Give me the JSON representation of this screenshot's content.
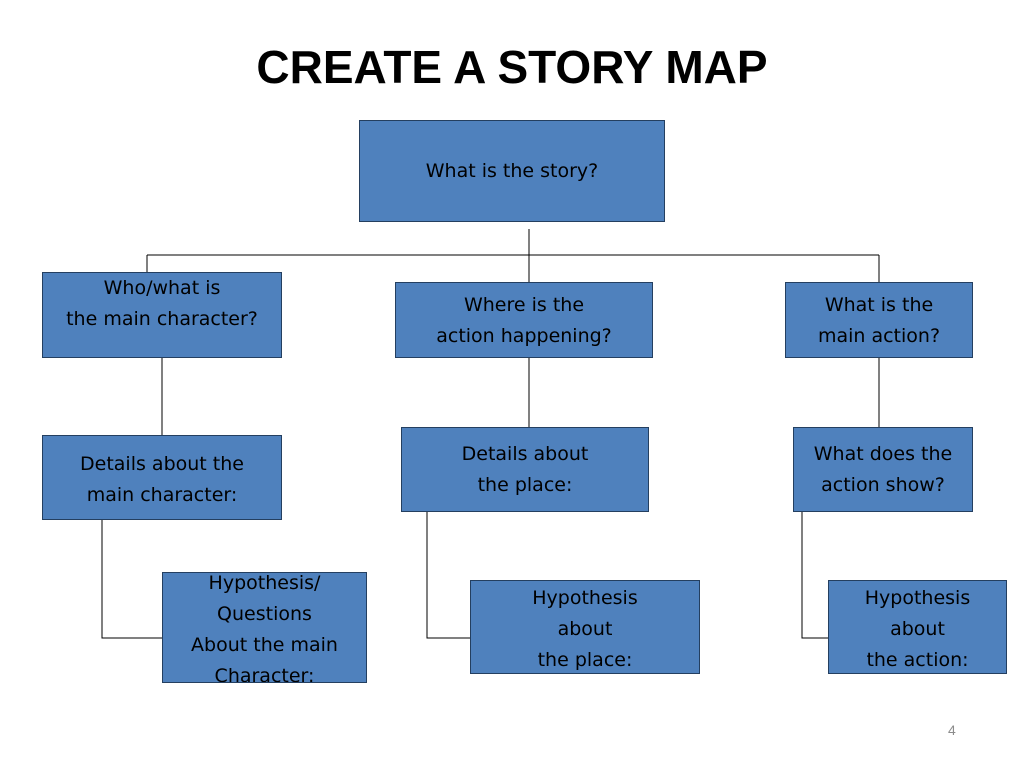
{
  "title": "CREATE A STORY MAP",
  "boxes": {
    "root": "What is the story?",
    "character": "Who/what is\nthe main character?",
    "setting": "Where is the\naction happening?",
    "action": "What is the\nmain action?",
    "character_details": "Details about the\nmain character:",
    "place_details": "Details about\nthe place:",
    "action_show": "What does the\naction show?",
    "character_hypothesis": "Hypothesis/\nQuestions\nAbout the main\nCharacter:",
    "place_hypothesis": "Hypothesis\nabout\nthe place:",
    "action_hypothesis": "Hypothesis\nabout\nthe action:"
  },
  "page_number": "4",
  "colors": {
    "box_fill": "#4f81bd",
    "box_border": "#243f60",
    "line": "#000000"
  }
}
